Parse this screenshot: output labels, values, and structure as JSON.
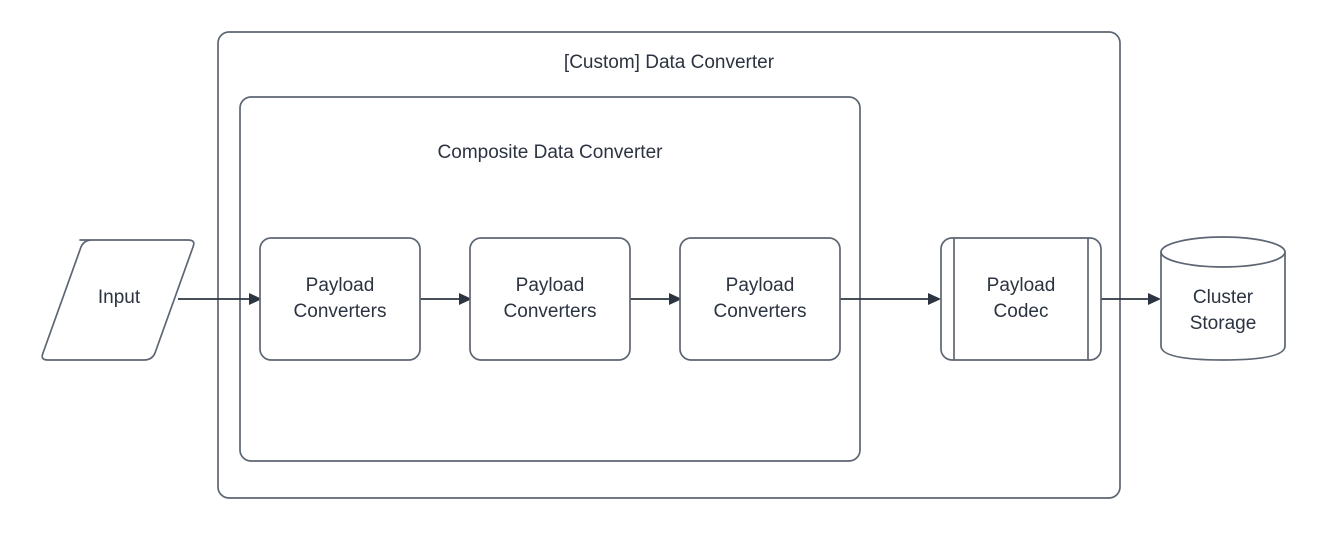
{
  "diagram": {
    "type": "flowchart",
    "title": "[Custom] Data Converter",
    "background_color": "#ffffff",
    "stroke_color": "#5d6672",
    "connector_color": "#2c3440",
    "text_color": "#2b3341",
    "fill_color": "#ffffff",
    "containers": [
      {
        "id": "custom-data-converter",
        "label": "[Custom] Data Converter",
        "shape": "rounded-rectangle"
      },
      {
        "id": "composite-data-converter",
        "label": "Composite Data Converter",
        "shape": "rounded-rectangle"
      }
    ],
    "nodes": [
      {
        "id": "input",
        "label": "Input",
        "shape": "parallelogram"
      },
      {
        "id": "payload-converters-1",
        "label_line_1": "Payload",
        "label_line_2": "Converters",
        "shape": "rounded-rectangle"
      },
      {
        "id": "payload-converters-2",
        "label_line_1": "Payload",
        "label_line_2": "Converters",
        "shape": "rounded-rectangle"
      },
      {
        "id": "payload-converters-3",
        "label_line_1": "Payload",
        "label_line_2": "Converters",
        "shape": "rounded-rectangle"
      },
      {
        "id": "payload-codec",
        "label_line_1": "Payload",
        "label_line_2": "Codec",
        "shape": "predefined-process"
      },
      {
        "id": "cluster-storage",
        "label_line_1": "Cluster",
        "label_line_2": "Storage",
        "shape": "cylinder"
      }
    ],
    "edges": [
      {
        "id": "edge-input-to-pc1",
        "from": "input",
        "to": "payload-converters-1",
        "arrow": "single"
      },
      {
        "id": "edge-pc1-to-pc2",
        "from": "payload-converters-1",
        "to": "payload-converters-2",
        "arrow": "single"
      },
      {
        "id": "edge-pc2-to-pc3",
        "from": "payload-converters-2",
        "to": "payload-converters-3",
        "arrow": "single"
      },
      {
        "id": "edge-pc3-to-codec",
        "from": "payload-converters-3",
        "to": "payload-codec",
        "arrow": "single"
      },
      {
        "id": "edge-codec-to-storage",
        "from": "payload-codec",
        "to": "cluster-storage",
        "arrow": "single"
      }
    ]
  }
}
